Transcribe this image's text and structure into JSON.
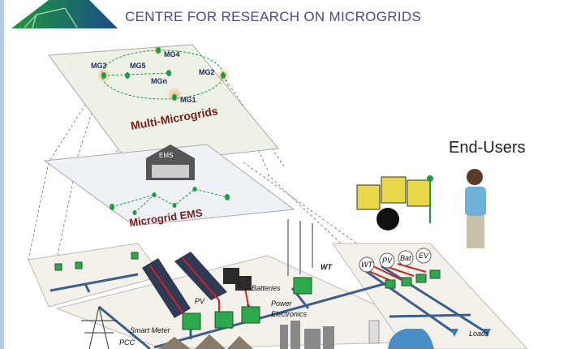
{
  "header": {
    "title": "CENTRE FOR RESEARCH ON MICROGRIDS"
  },
  "layers": {
    "multi_microgrids": {
      "title": "Multi-Microgrids",
      "nodes": [
        "MG3",
        "MG5",
        "MG4",
        "MGn",
        "MG2",
        "MG1"
      ]
    },
    "microgrid_ems": {
      "title": "Microgrid EMS",
      "ems_label": "EMS"
    },
    "physical": {
      "labels": {
        "pv": "PV",
        "batteries": "Batteries",
        "power_electronics_1": "Power",
        "power_electronics_2": "Electronics",
        "wt": "WT",
        "smart_meter": "Smart Meter",
        "pcc": "PCC",
        "loads": "Loads"
      },
      "bubbles": [
        "WT",
        "PV",
        "Bat",
        "EV"
      ]
    }
  },
  "end_users": {
    "label": "End-Users"
  },
  "colors": {
    "green": "#1e9a4a",
    "bus": "#3a5f8f",
    "red": "#d42020",
    "title": "#4e4a86",
    "plane": "#eef2e6"
  }
}
